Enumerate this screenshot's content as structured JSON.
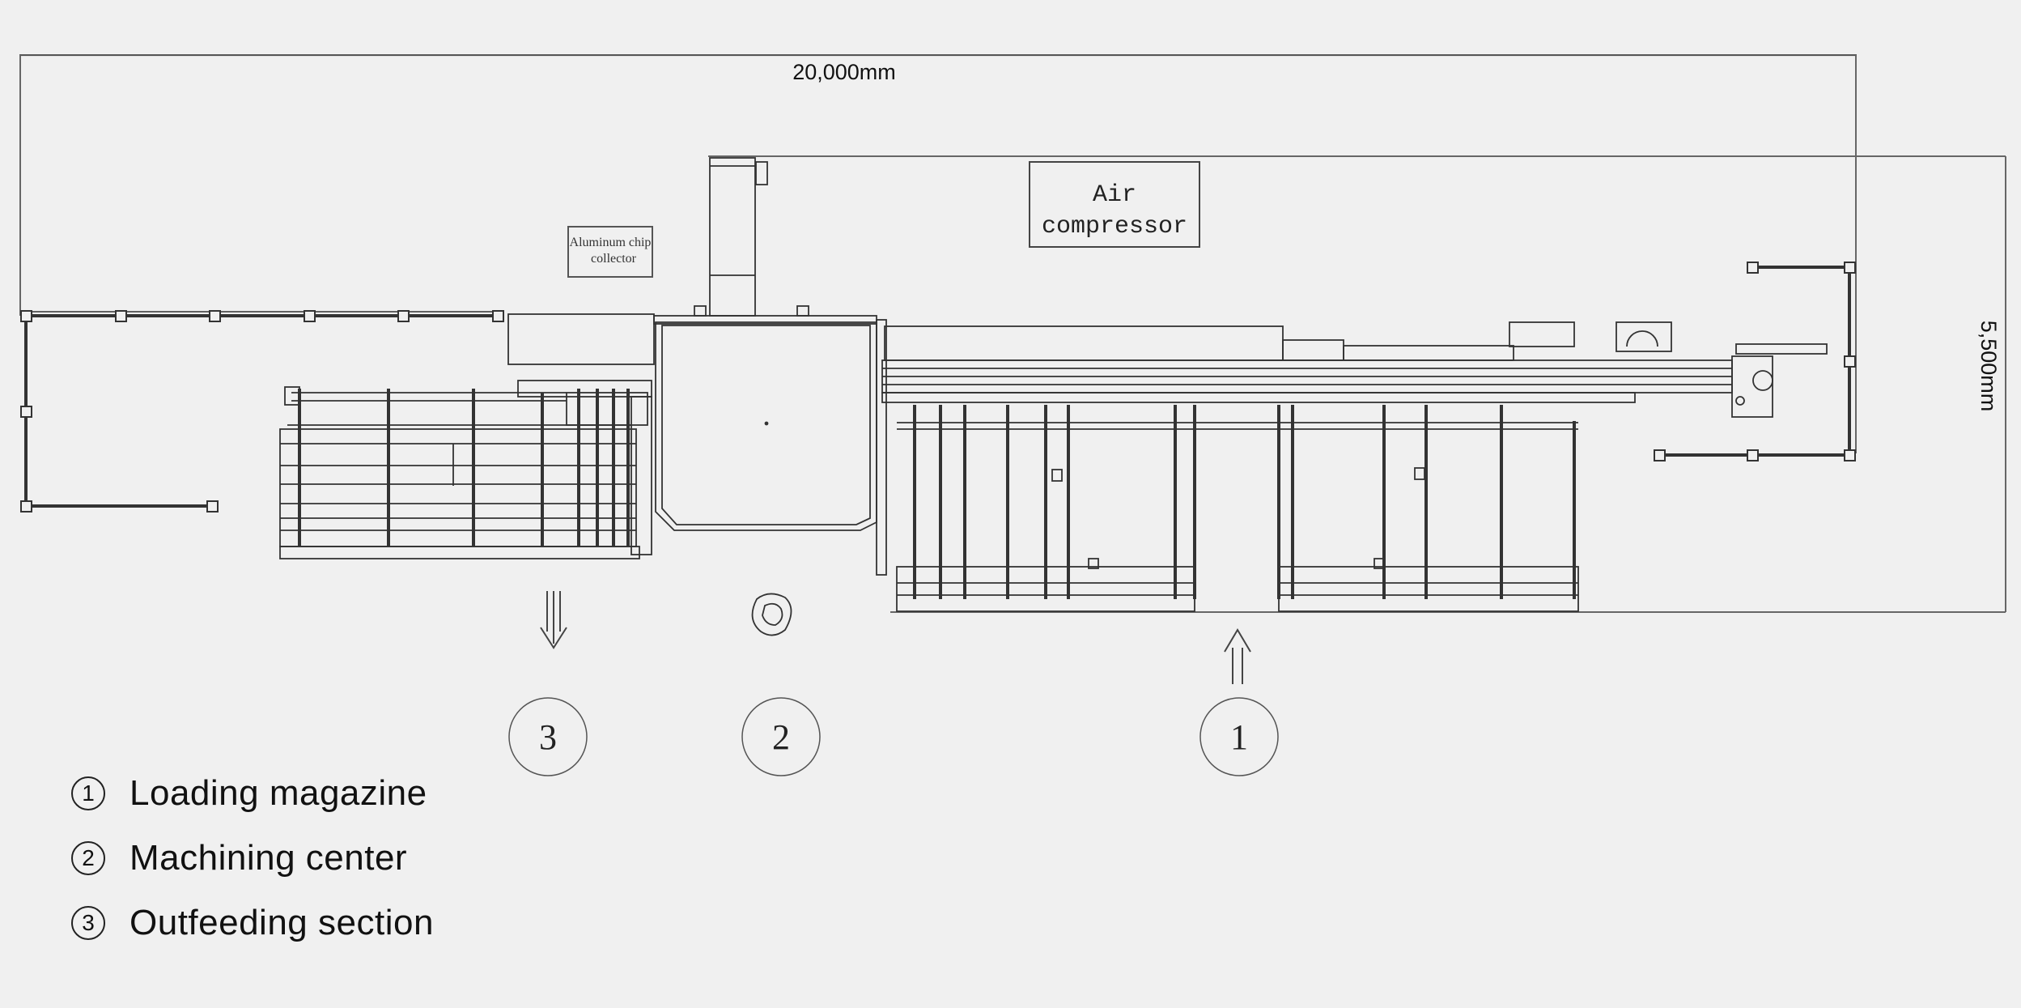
{
  "dimensions": {
    "length": "20,000mm",
    "width": "5,500mm"
  },
  "equipment": {
    "air_compressor": [
      "Air",
      "compressor"
    ],
    "chip_collector": [
      "Aluminum chip",
      "collector"
    ]
  },
  "markers": [
    {
      "num": "3"
    },
    {
      "num": "2"
    },
    {
      "num": "1"
    }
  ],
  "legend": [
    {
      "num": "1",
      "label": "Loading magazine"
    },
    {
      "num": "2",
      "label": "Machining center"
    },
    {
      "num": "3",
      "label": "Outfeeding section"
    }
  ],
  "colors": {
    "background": "#f0f0f0",
    "line": "#333333"
  }
}
